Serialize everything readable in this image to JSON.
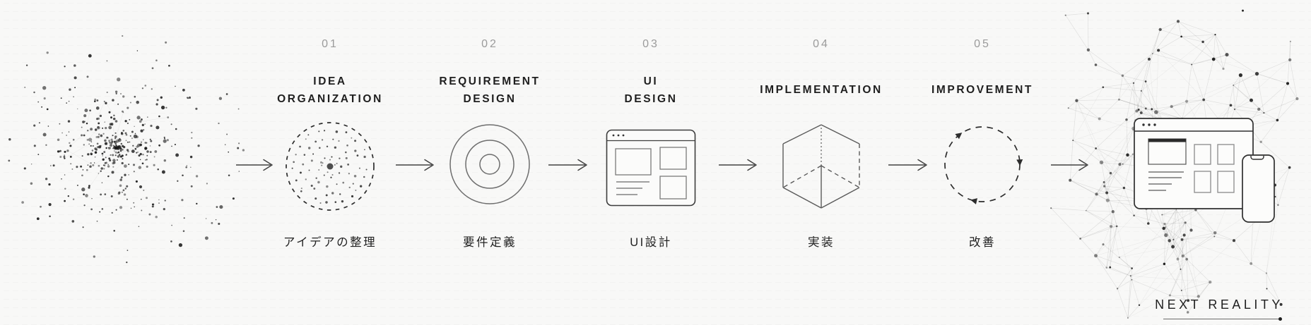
{
  "diagram_title": "design process flow",
  "colors": {
    "background": "#f8f8f7",
    "text_dark": "#1f1f1f",
    "number_gray": "#9b9b9b",
    "stroke_dark": "#2d2d2d",
    "stroke_mid": "#5a5a5a",
    "stroke_light": "#8a8a8a",
    "panel_fill": "#fcfcfb"
  },
  "steps": [
    {
      "number": "01",
      "title_lines": [
        "IDEA",
        "ORGANIZATION"
      ],
      "label_jp": "アイデアの整理",
      "icon": "idea-organization-icon"
    },
    {
      "number": "02",
      "title_lines": [
        "REQUIREMENT",
        "DESIGN"
      ],
      "label_jp": "要件定義",
      "icon": "requirement-design-icon"
    },
    {
      "number": "03",
      "title_lines": [
        "UI",
        "DESIGN"
      ],
      "label_jp": "UI設計",
      "icon": "ui-design-icon"
    },
    {
      "number": "04",
      "title_lines": [
        "IMPLEMENTATION"
      ],
      "label_jp": "実装",
      "icon": "implementation-cube-icon"
    },
    {
      "number": "05",
      "title_lines": [
        "IMPROVEMENT"
      ],
      "label_jp": "改善",
      "icon": "improvement-cycle-icon"
    }
  ],
  "decorations": {
    "left": "idea-scatter-cloud",
    "right": "network-plexus",
    "devices": "browser-and-phone-illustration",
    "arrow": "flow-arrow"
  },
  "footer": {
    "label": "NEXT REALITY"
  }
}
